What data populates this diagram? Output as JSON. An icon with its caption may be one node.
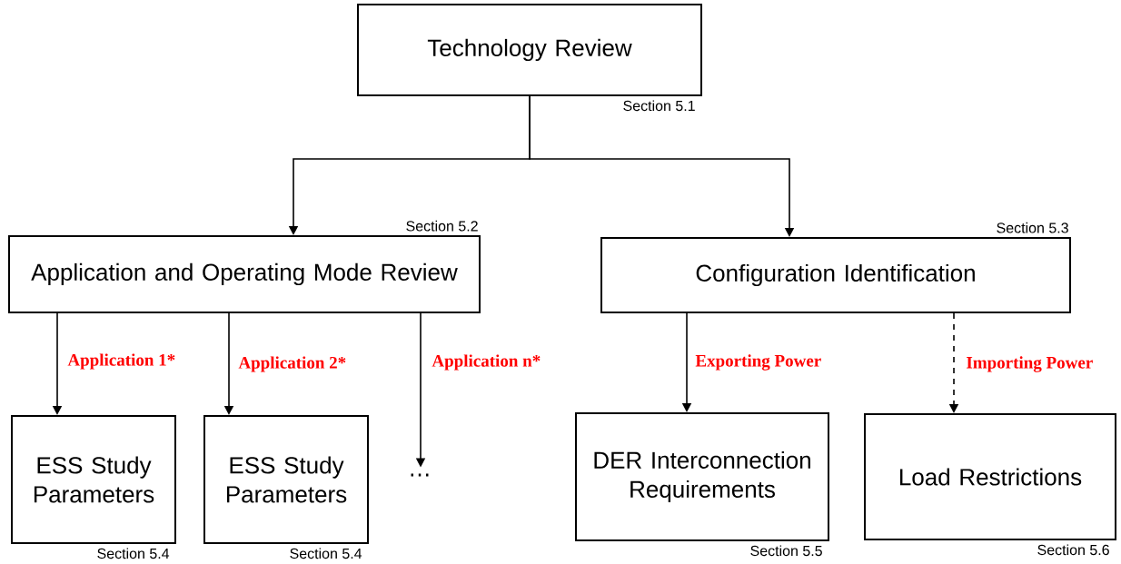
{
  "diagram": {
    "nodes": [
      {
        "text": [
          "Technology Review"
        ],
        "beside": [
          "Section 5.1"
        ]
      },
      {
        "text": [
          "Application and Operating Mode Review"
        ],
        "beside": [
          "Section 5.2"
        ]
      },
      {
        "text": [
          "Configuration Identification"
        ],
        "beside": [
          "Section 5.3"
        ]
      },
      {
        "text": [
          "ESS Study Parameters"
        ],
        "beside": [
          "Section 5.4"
        ]
      },
      {
        "text": [
          "ESS Study Parameters"
        ],
        "beside": [
          "Section 5.4"
        ]
      },
      {
        "text": [
          "…"
        ]
      },
      {
        "text": [
          "DER Interconnection Requirements"
        ],
        "beside": [
          "Section 5.5"
        ]
      },
      {
        "text": [
          "Load Restrictions"
        ],
        "beside": [
          "Section 5.6"
        ]
      }
    ],
    "edges": [
      {
        "from": 0,
        "to": 1,
        "arrow": "to"
      },
      {
        "from": 0,
        "to": 2,
        "arrow": "to"
      },
      {
        "from": 1,
        "to": 3,
        "arrow": "to",
        "label": "Application 1*"
      },
      {
        "from": 1,
        "to": 4,
        "arrow": "to",
        "label": "Application 2*"
      },
      {
        "from": 1,
        "to": 5,
        "arrow": "to",
        "label": "Application n*"
      },
      {
        "from": 2,
        "to": 6,
        "arrow": "to",
        "label": "Exporting Power"
      },
      {
        "from": 2,
        "to": 7,
        "arrow": "to",
        "label": "Importing Power",
        "style": "dashed"
      }
    ]
  }
}
